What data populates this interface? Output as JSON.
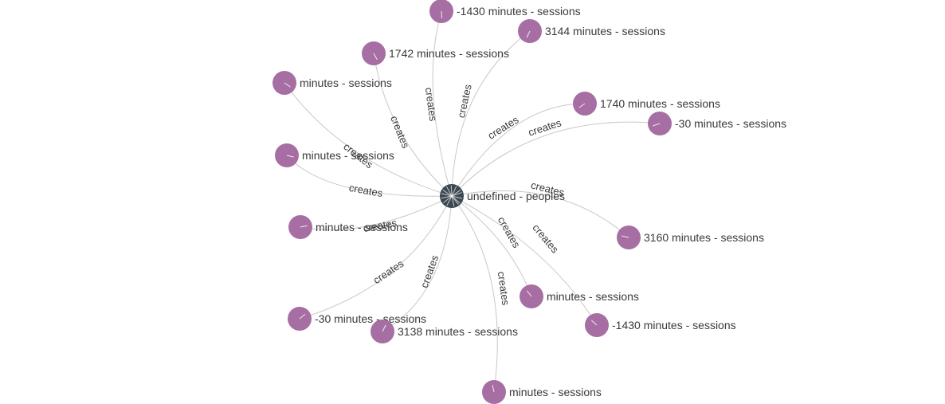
{
  "graph": {
    "center": {
      "label": "undefined - peoples",
      "color": "#3d4751",
      "icon": "person-node-icon"
    },
    "edge_label": "creates",
    "node_color": "#a66ea3",
    "nodes": [
      {
        "label": "-1430 minutes - sessions"
      },
      {
        "label": "3144 minutes - sessions"
      },
      {
        "label": "1742 minutes - sessions"
      },
      {
        "label": "minutes - sessions"
      },
      {
        "label": "1740 minutes - sessions"
      },
      {
        "label": "-30 minutes - sessions"
      },
      {
        "label": "minutes - sessions"
      },
      {
        "label": "3160 minutes - sessions"
      },
      {
        "label": "minutes - sessions"
      },
      {
        "label": "minutes - sessions"
      },
      {
        "label": "-1430 minutes - sessions"
      },
      {
        "label": "-30 minutes - sessions"
      },
      {
        "label": "3138 minutes - sessions"
      },
      {
        "label": "minutes - sessions"
      }
    ]
  }
}
